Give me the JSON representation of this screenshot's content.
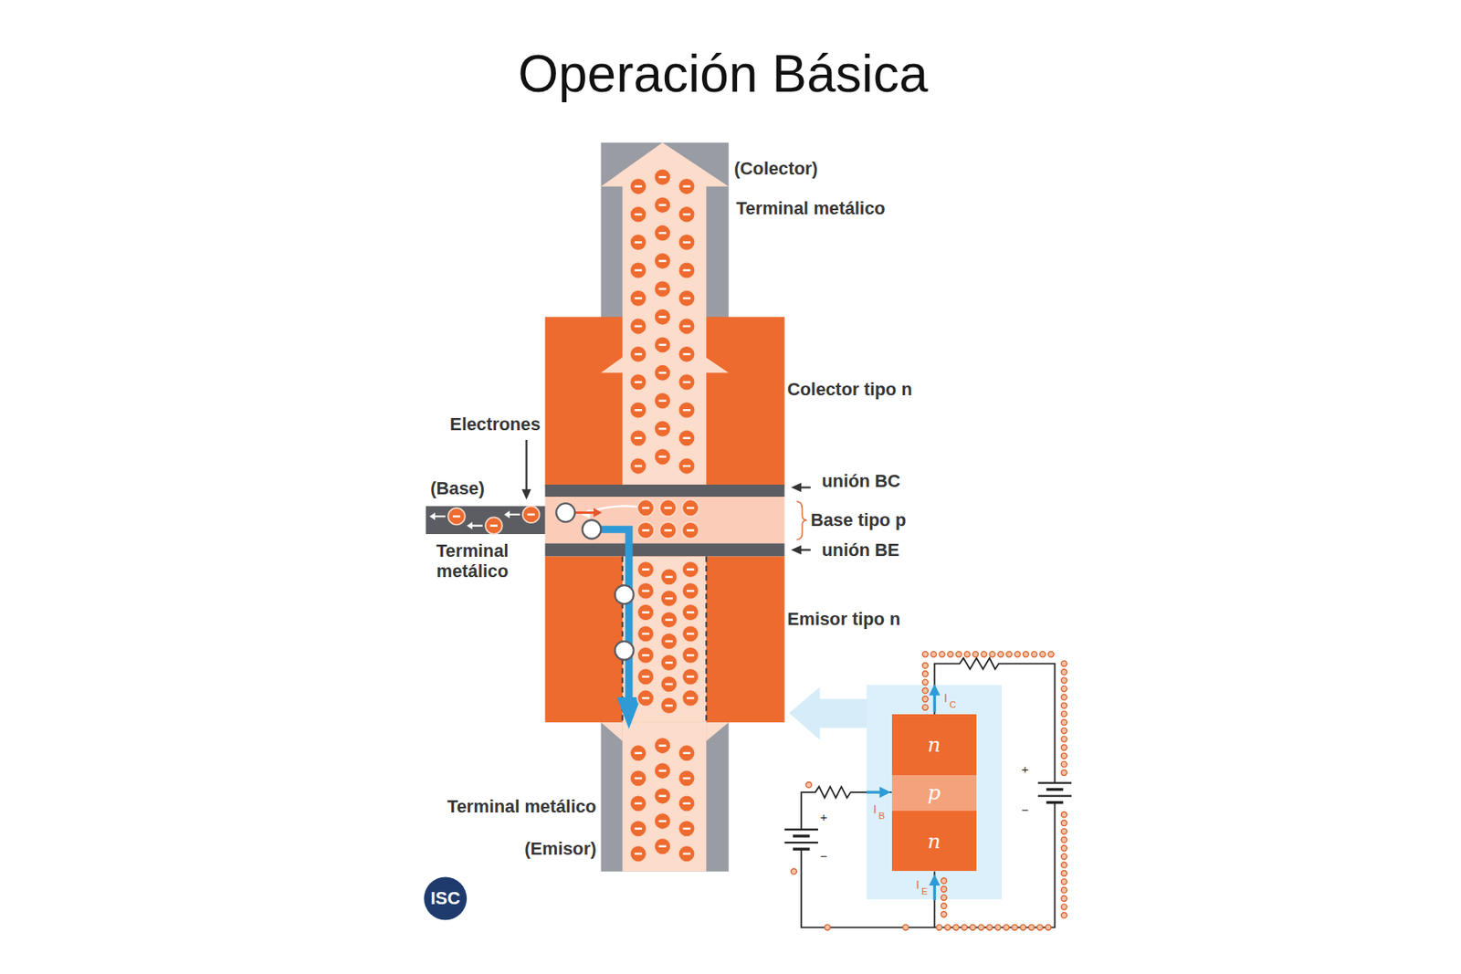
{
  "diagram": {
    "title": "Operación Básica",
    "nodes": [
      {
        "text": [
          "n"
        ]
      },
      {
        "text": [
          "p"
        ]
      },
      {
        "text": [
          "n"
        ]
      }
    ],
    "labels": [
      "(Colector)",
      "Terminal metálico",
      "Colector tipo n",
      "Electrones",
      "(Base)",
      "unión BC",
      "Base tipo p",
      "Terminal metálico",
      "unión BE",
      "Emisor tipo n",
      "Terminal metálico",
      "(Emisor)",
      "I",
      "C",
      "+",
      "−",
      "I",
      "B",
      "+",
      "−",
      "I",
      "E",
      "ISC"
    ]
  }
}
